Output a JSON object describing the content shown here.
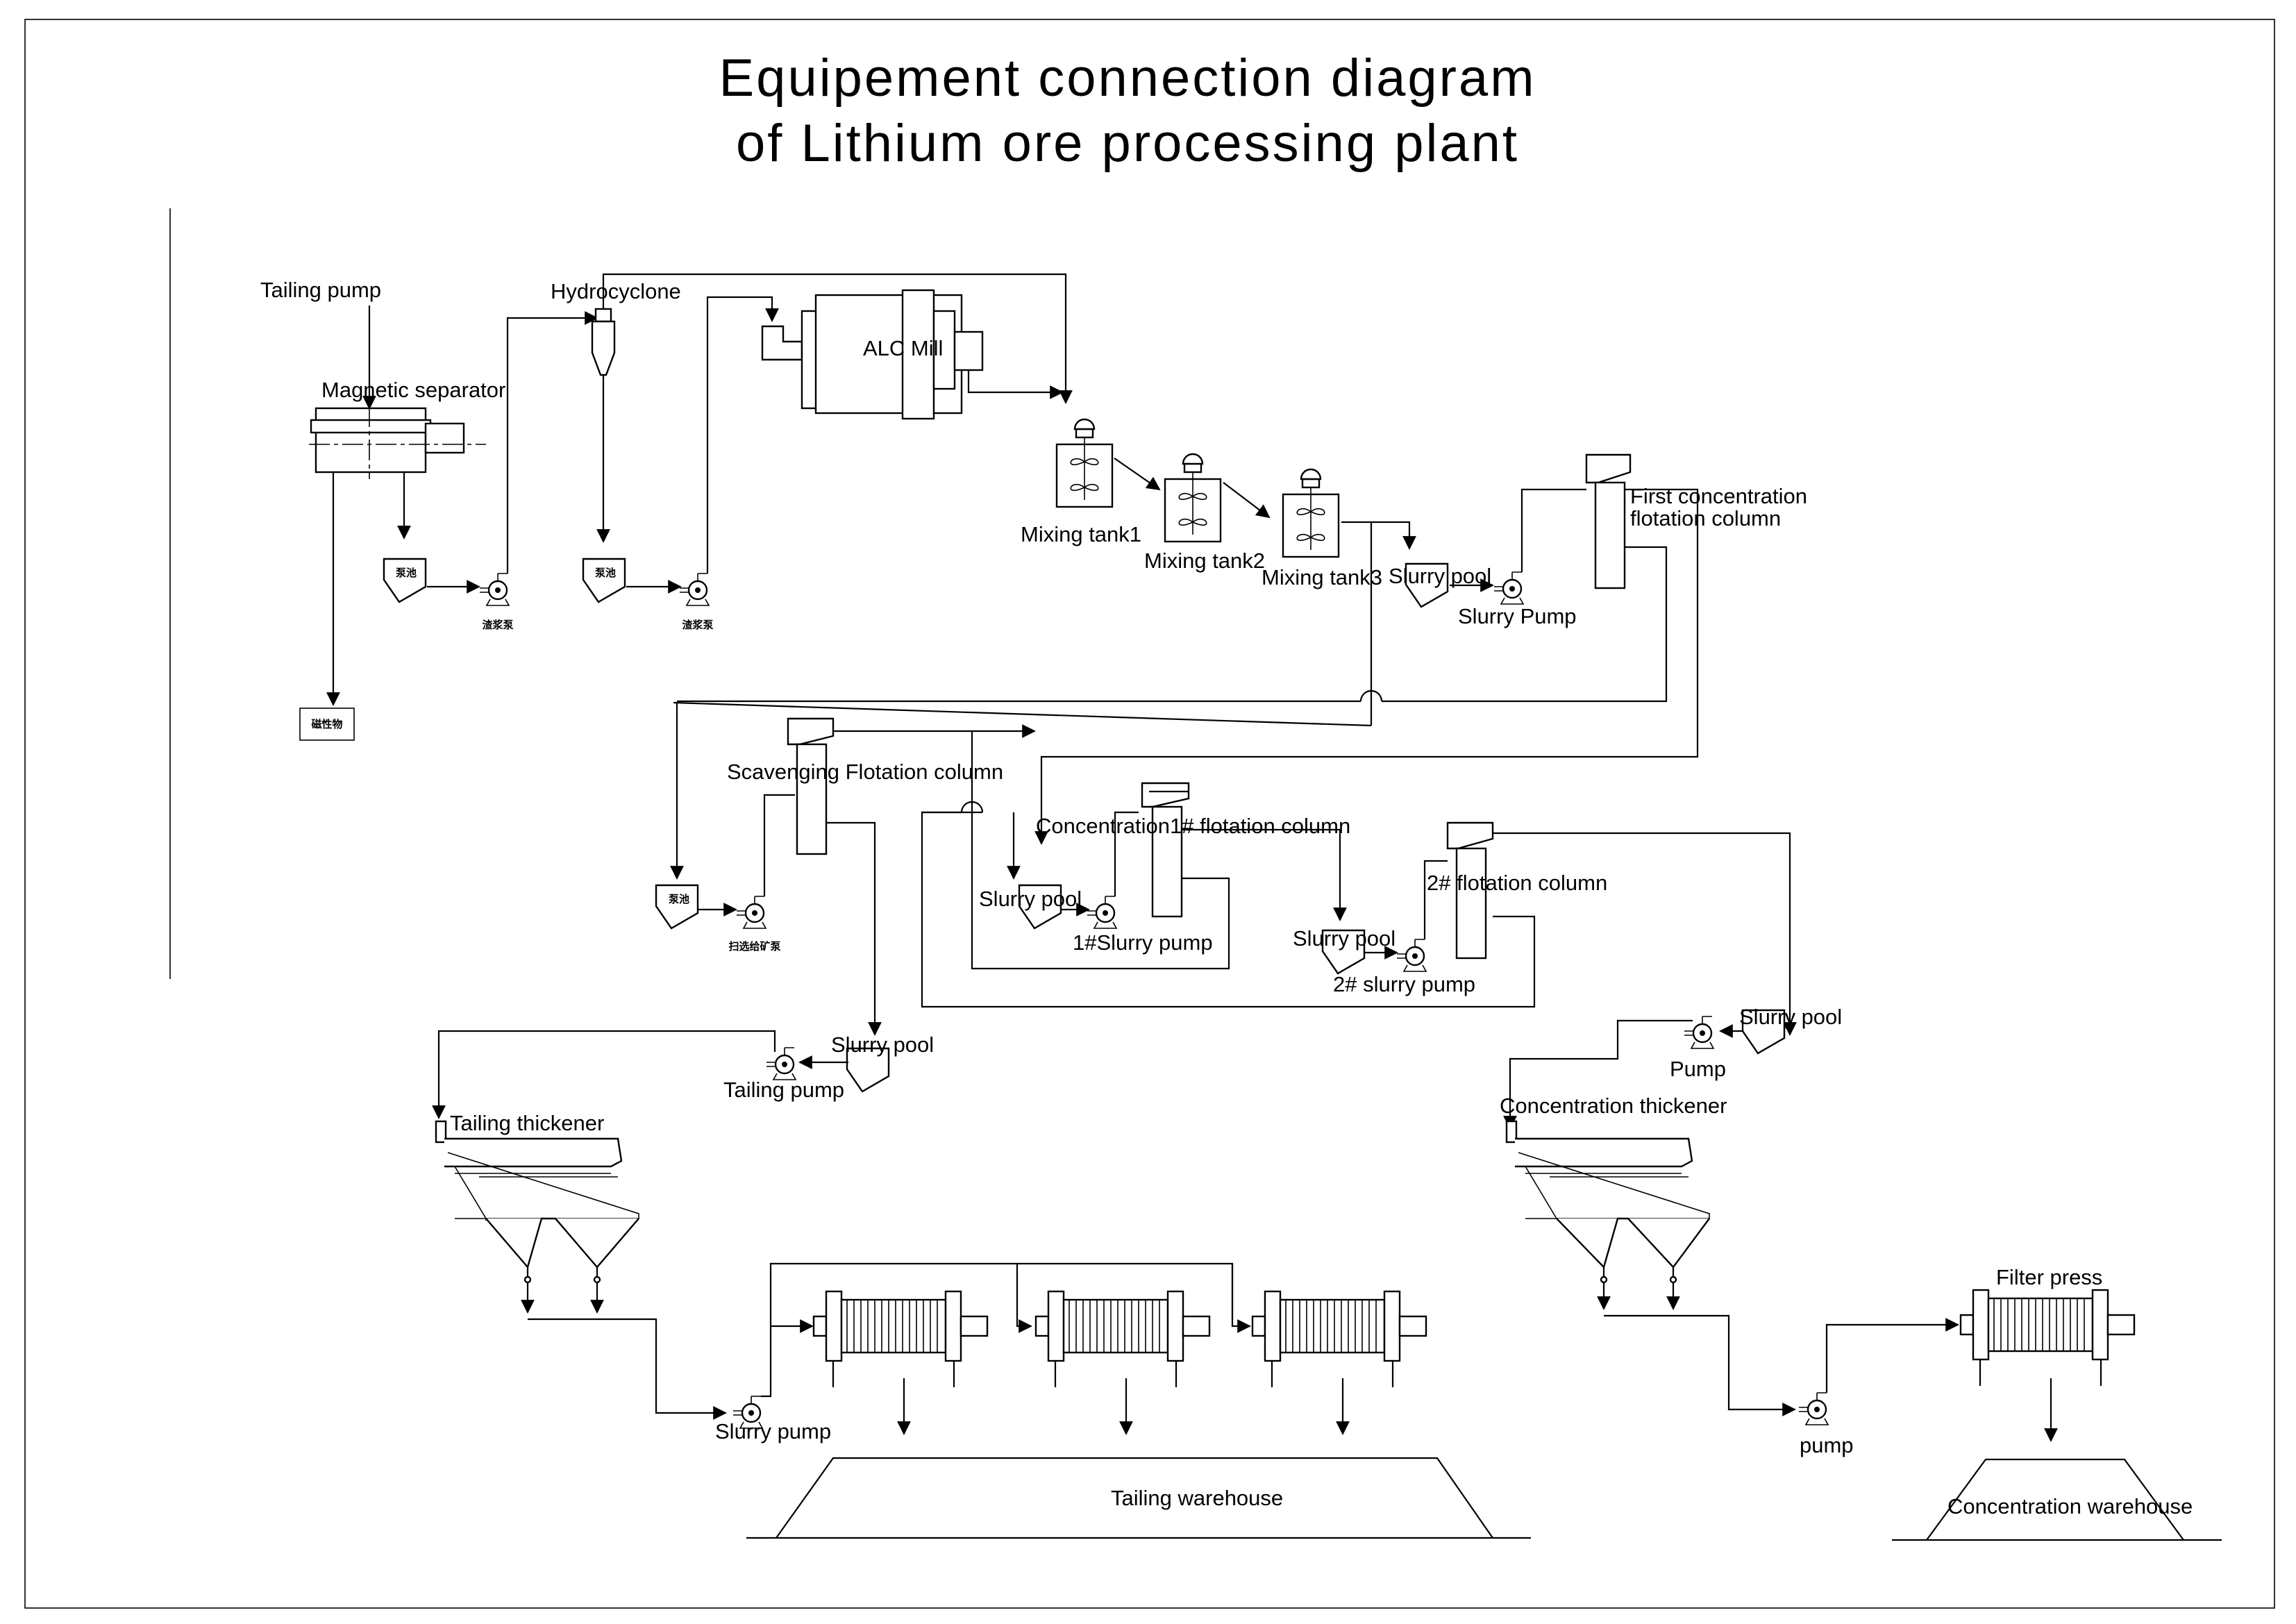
{
  "title": {
    "line1": "Equipement connection diagram",
    "line2": "of Lithium ore processing plant"
  },
  "labels": {
    "tailing_pump_top": "Tailing pump",
    "magnetic_separator": "Magnetic separator",
    "hydrocyclone": "Hydrocyclone",
    "alc_mill": "ALC Mill",
    "mixing_tank1": "Mixing tank1",
    "mixing_tank2": "Mixing tank2",
    "mixing_tank3": "Mixing tank3",
    "slurry_pool_top": "Slurry pool",
    "slurry_pump_top": "Slurry Pump",
    "first_concentration_1": "First concentration",
    "first_concentration_2": "flotation column",
    "scavenging": "Scavenging Flotation column",
    "concentration1": "Concentration1# flotation column",
    "slurry_pool_1": "Slurry pool",
    "slurry_pump_1": "1#Slurry pump",
    "flotation2": "2# flotation column",
    "slurry_pool_2": "Slurry pool",
    "slurry_pump_2": "2# slurry pump",
    "slurry_pool_right": "Slurry pool",
    "pump_right": "Pump",
    "slurry_pool_tail": "Slurry pool",
    "tailing_pump_mid": "Tailing pump",
    "tailing_thickener": "Tailing thickener",
    "concentration_thickener": "Concentration thickener",
    "slurry_pump_bottom": "Slurry pump",
    "filter_press": "Filter press",
    "pump_bottom": "pump",
    "tailing_warehouse": "Tailing warehouse",
    "concentration_warehouse": "Concentration warehouse"
  },
  "cjk_labels": {
    "sump_a": "泵池",
    "pump_a": "渣浆泵",
    "sump_b": "泵池",
    "pump_b": "渣浆泵",
    "sump_c": "泵池",
    "pump_c": "扫选给矿泵",
    "magnetic_product": "磁性物"
  },
  "icons": [
    "pump-icon",
    "agitator-icon",
    "cyclone-icon",
    "mill-icon",
    "filter-press-icon",
    "thickener-icon",
    "sump-icon"
  ]
}
